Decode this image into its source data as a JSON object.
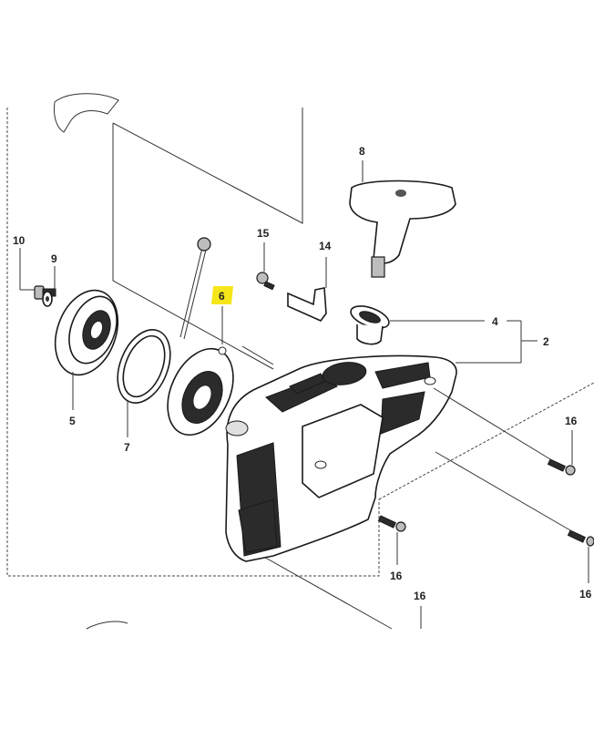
{
  "diagram": {
    "highlight_color": "#F5E61A",
    "callouts": [
      {
        "id": "c10",
        "text": "10"
      },
      {
        "id": "c9",
        "text": "9"
      },
      {
        "id": "c5",
        "text": "5"
      },
      {
        "id": "c7",
        "text": "7"
      },
      {
        "id": "c6",
        "text": "6",
        "highlighted": true
      },
      {
        "id": "c15",
        "text": "15"
      },
      {
        "id": "c14",
        "text": "14"
      },
      {
        "id": "c8",
        "text": "8"
      },
      {
        "id": "c4",
        "text": "4"
      },
      {
        "id": "c2",
        "text": "2"
      },
      {
        "id": "c16a",
        "text": "16"
      },
      {
        "id": "c16b",
        "text": "16"
      },
      {
        "id": "c16c",
        "text": "16"
      },
      {
        "id": "c16d",
        "text": "16"
      }
    ]
  }
}
